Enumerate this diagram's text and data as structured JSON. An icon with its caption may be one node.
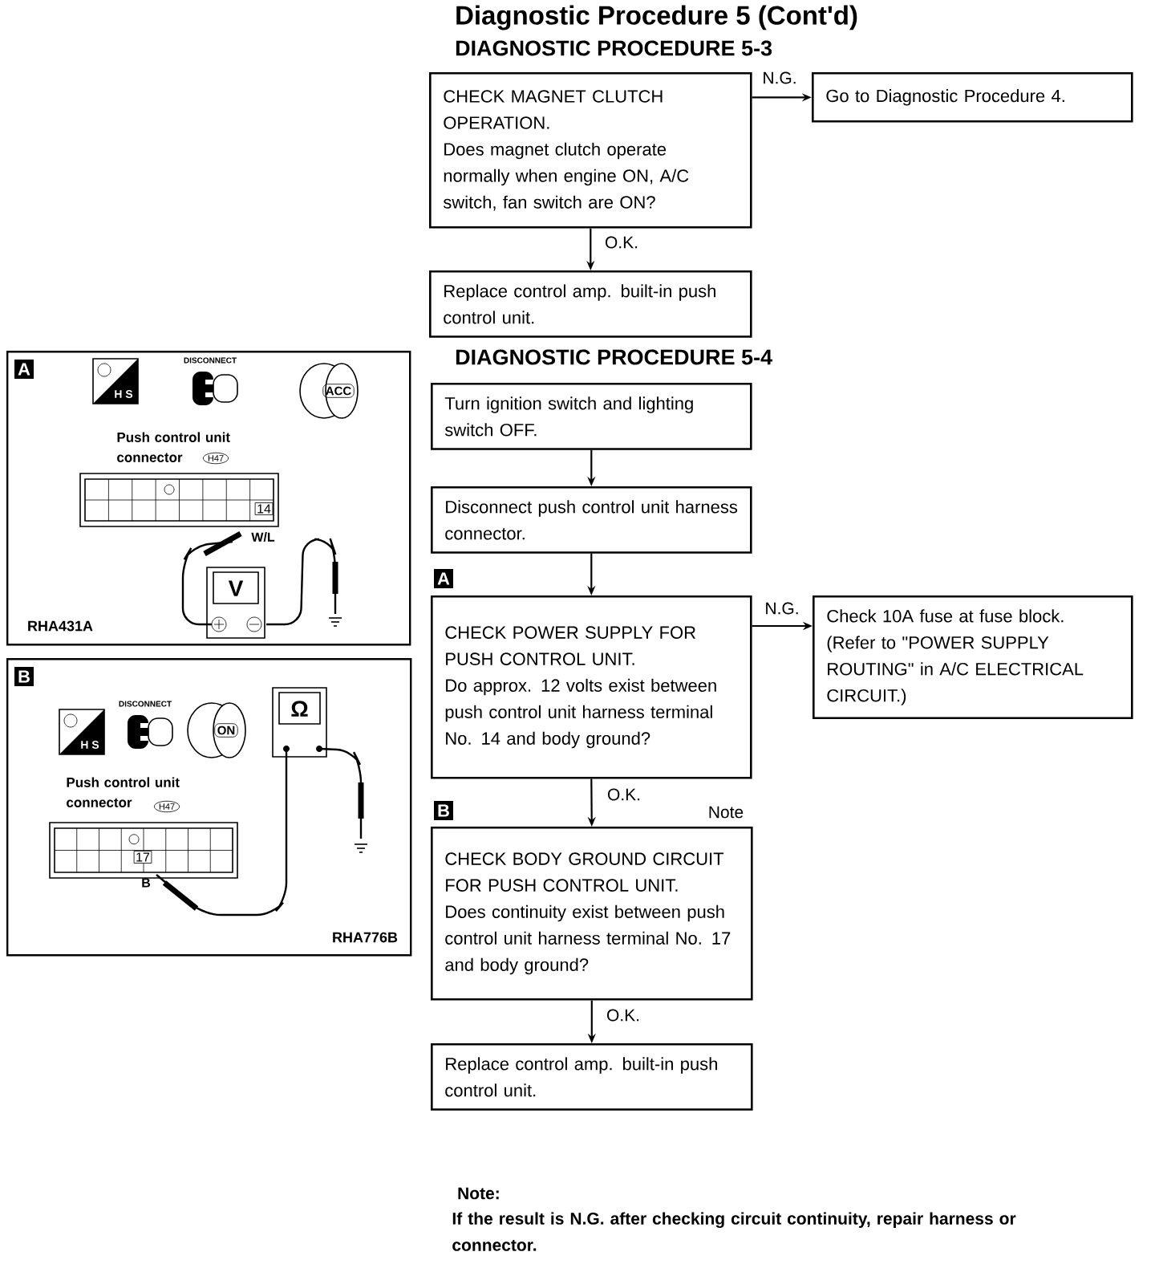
{
  "diagram": {
    "title": "Diagnostic Procedure 5 (Cont'd)",
    "nodes": [
      {
        "text": [
          "CHECK MAGNET CLUTCH OPERATION.",
          "Does magnet clutch operate normally when engine ON, A/C switch, fan switch are ON?"
        ]
      },
      {
        "text": [
          "Go to Diagnostic Procedure 4."
        ]
      },
      {
        "text": [
          "Replace control amp. built-in push control unit."
        ]
      },
      {
        "text": [
          "Turn ignition switch and lighting switch OFF."
        ]
      },
      {
        "text": [
          "Disconnect push control unit harness connector."
        ]
      },
      {
        "text": [
          "CHECK POWER SUPPLY FOR PUSH CONTROL UNIT.",
          "Do approx. 12 volts exist between push control unit harness terminal No. 14 and body ground?"
        ],
        "beside": [
          "A"
        ]
      },
      {
        "text": [
          "Check 10A fuse at fuse block.",
          "(Refer to \"POWER SUPPLY ROUTING\" in A/C ELECTRICAL CIRCUIT.)"
        ]
      },
      {
        "text": [
          "CHECK BODY GROUND CIRCUIT FOR PUSH CONTROL UNIT.",
          "Does continuity exist between push control unit harness terminal No. 17 and body ground?"
        ],
        "beside": [
          "B",
          "Note"
        ]
      },
      {
        "text": [
          "Replace control amp. built-in push control unit."
        ]
      },
      {
        "text": [
          "A",
          "DISCONNECT",
          "H S",
          "ACC",
          "Push control unit connector",
          "H47",
          "14",
          "W/L",
          "V",
          "RHA431A"
        ]
      },
      {
        "text": [
          "B",
          "DISCONNECT",
          "H S",
          "ON",
          "Push control unit connector",
          "H47",
          "Ω",
          "17",
          "B",
          "RHA776B"
        ]
      }
    ],
    "edges": [
      {
        "from": 0,
        "to": 1,
        "arrow": "to",
        "label": "N.G."
      },
      {
        "from": 0,
        "to": 2,
        "arrow": "to",
        "label": "O.K."
      },
      {
        "from": 3,
        "to": 4,
        "arrow": "to"
      },
      {
        "from": 4,
        "to": 5,
        "arrow": "to"
      },
      {
        "from": 5,
        "to": 6,
        "arrow": "to",
        "label": "N.G."
      },
      {
        "from": 5,
        "to": 7,
        "arrow": "to",
        "label": "O.K."
      },
      {
        "from": 7,
        "to": 8,
        "arrow": "to",
        "label": "O.K."
      }
    ],
    "labels": [
      "DIAGNOSTIC PROCEDURE 5-3",
      "DIAGNOSTIC PROCEDURE 5-4",
      "Note:",
      "If the result is N.G. after checking circuit continuity, repair harness or connector."
    ]
  }
}
